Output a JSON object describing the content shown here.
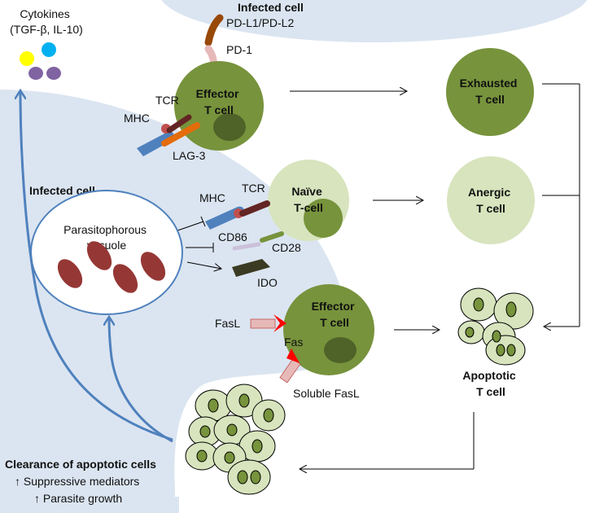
{
  "colors": {
    "cell_bg": "#dbe5f1",
    "effector_green": "#77933c",
    "light_green": "#d7e4bd",
    "dark_green": "#4f6228",
    "blue_arrow": "#4f81bd",
    "vacuole_red": "#953735",
    "mhc_blue": "#4f81bd",
    "tcr_brown": "#632523",
    "pd1_pink": "#e6b9b8",
    "lag3_orange": "#e46c0a",
    "fasl_pink": "#e6b9b8",
    "fas_red": "#ff0000",
    "ido_olive": "#3b3b23",
    "cd86_lavender": "#ccc0da",
    "cytokine_yellow": "#ffff00",
    "cytokine_cyan": "#00b0f0",
    "cytokine_purple": "#8064a2"
  },
  "labels": {
    "cytokines": [
      "Cytokines",
      "(TGF-β, IL-10)"
    ],
    "infected_cell_top": "Infected cell",
    "pdl": "PD-L1/PD-L2",
    "pd1": "PD-1",
    "tcr_top": "TCR",
    "mhc_top": "MHC",
    "lag3": "LAG-3",
    "effector_top": [
      "Effector",
      "T cell"
    ],
    "exhausted": [
      "Exhausted",
      "T cell"
    ],
    "infected_cell_main": "Infected cell",
    "tcr_mid": "TCR",
    "mhc_mid": "MHC",
    "naive": [
      "Naïve",
      "T-cell"
    ],
    "anergic": [
      "Anergic",
      "T cell"
    ],
    "vacuole": [
      "Parasitophorous",
      "vacuole"
    ],
    "cd86": "CD86",
    "cd28": "CD28",
    "ido": "IDO",
    "fasl": "FasL",
    "fas": "Fas",
    "effector_bottom": [
      "Effector",
      "T cell"
    ],
    "soluble_fasl": "Soluble FasL",
    "apoptotic": [
      "Apoptotic",
      "T cell"
    ],
    "clearance": "Clearance of apoptotic cells",
    "suppressive": "↑ Suppressive mediators",
    "parasite_growth": "↑ Parasite growth"
  }
}
